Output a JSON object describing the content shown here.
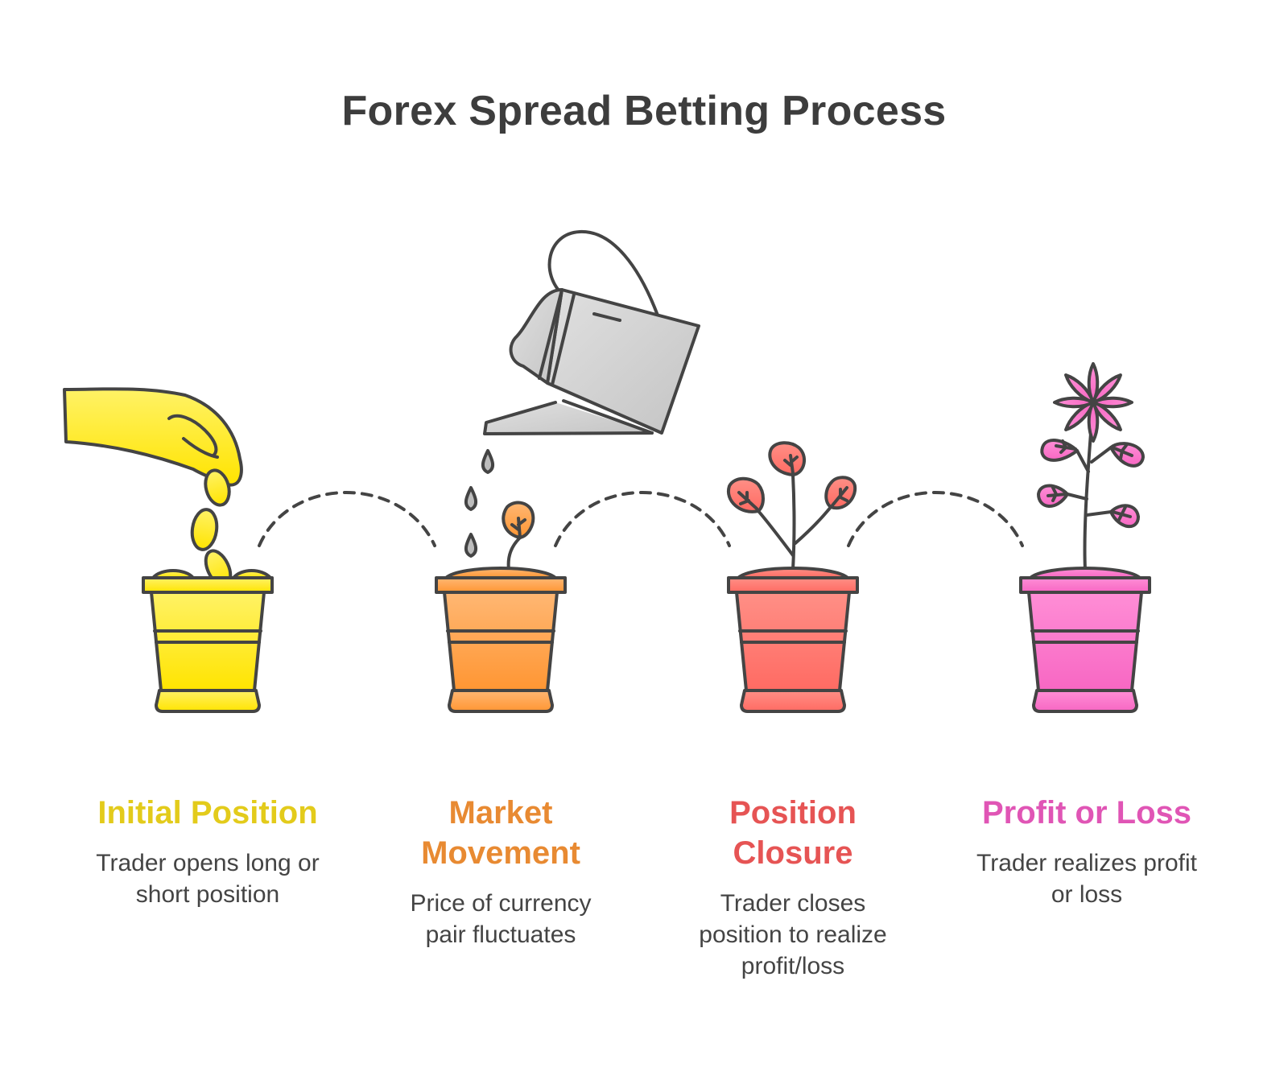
{
  "title": "Forex Spread Betting Process",
  "steps": [
    {
      "title": "Initial Position",
      "description": "Trader opens long or short position",
      "color": "#E3CB1B",
      "icon": "hand-dropping-coins-into-pot-icon"
    },
    {
      "title": "Market Movement",
      "description": "Price of currency pair fluctuates",
      "color": "#E88A32",
      "icon": "watering-can-over-sprout-icon"
    },
    {
      "title": "Position Closure",
      "description": "Trader closes position to realize profit/loss",
      "color": "#E65454",
      "icon": "young-plant-in-pot-icon"
    },
    {
      "title": "Profit or Loss",
      "description": "Trader realizes profit or loss",
      "color": "#E055B5",
      "icon": "flowering-plant-in-pot-icon"
    }
  ]
}
